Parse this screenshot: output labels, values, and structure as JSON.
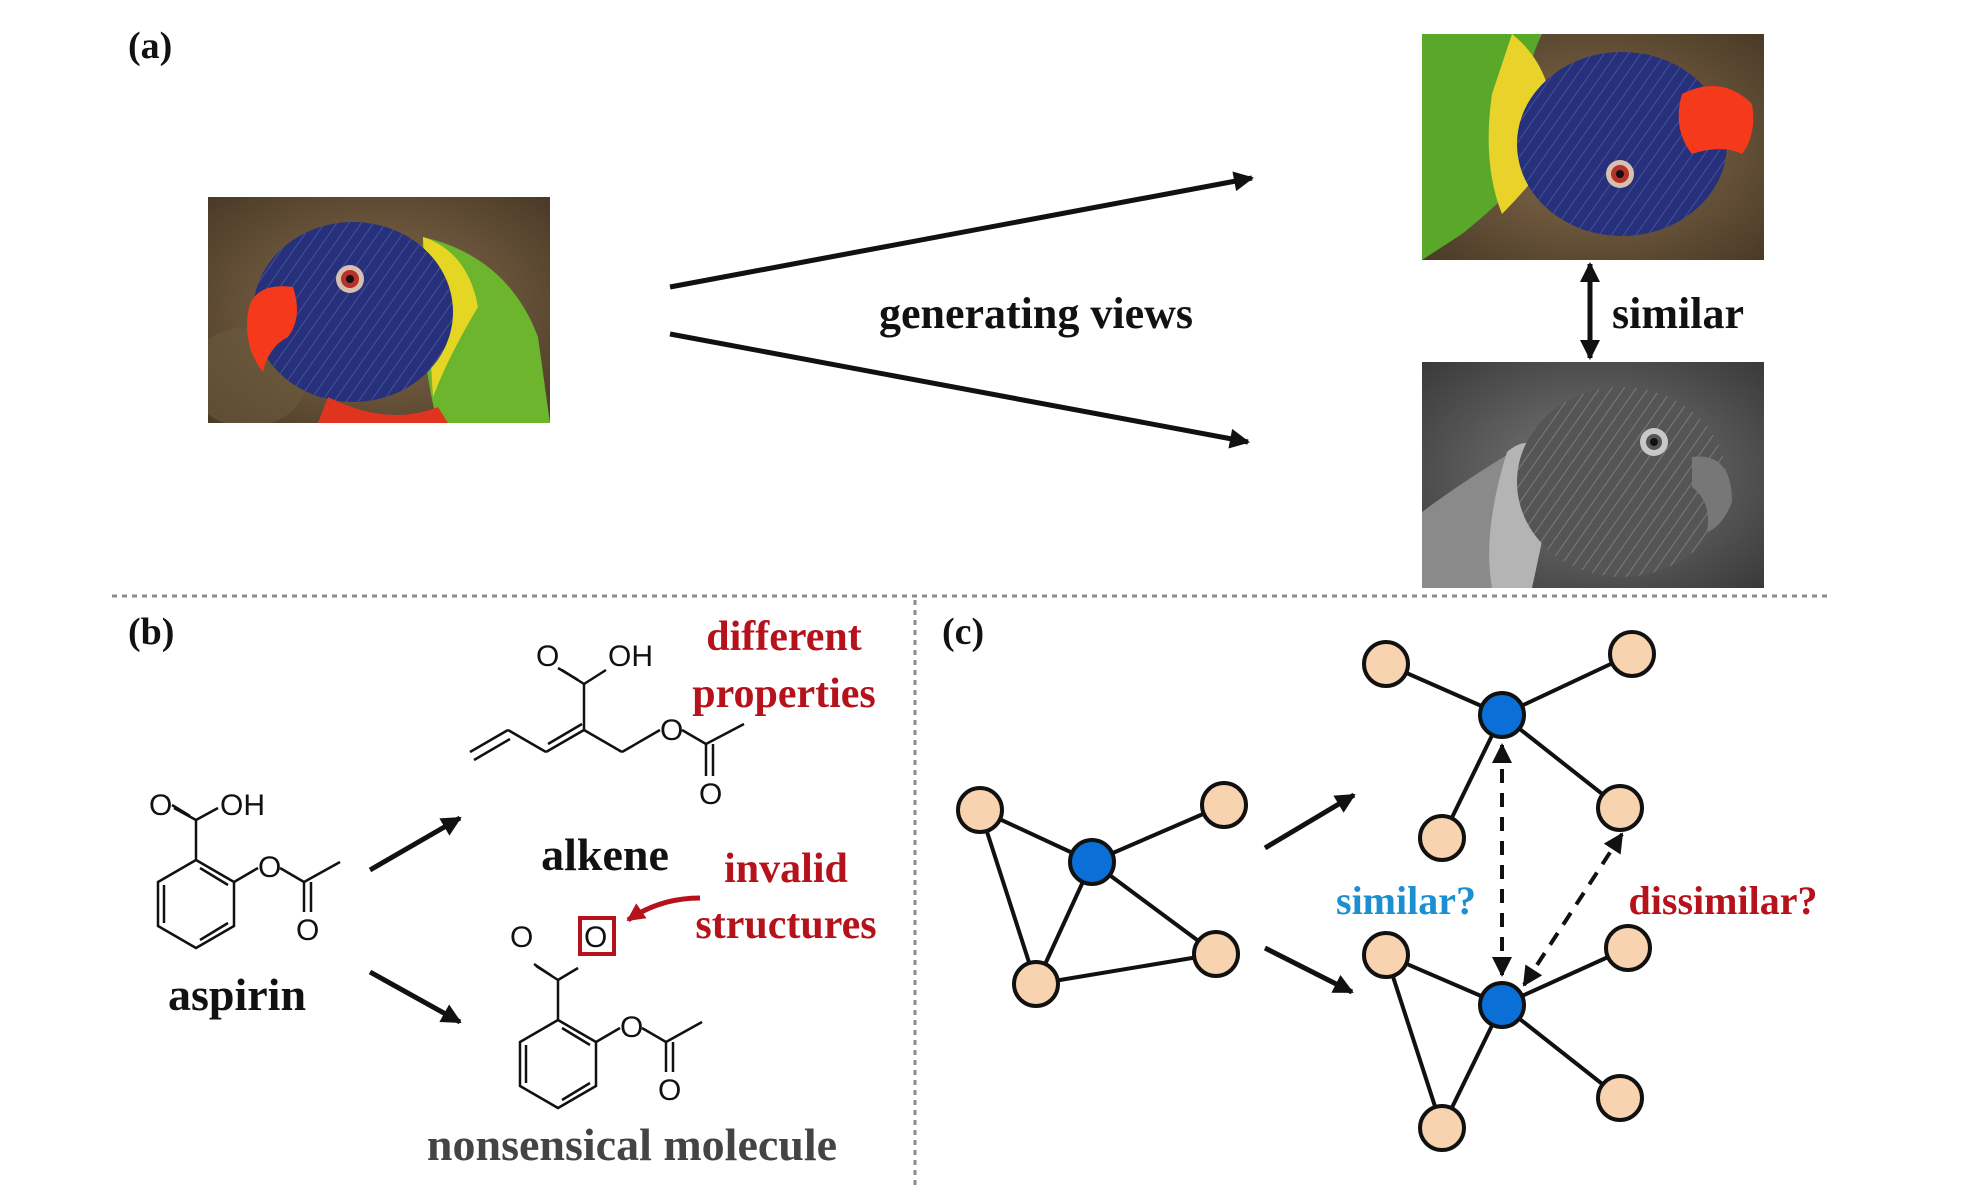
{
  "panel_a": {
    "label": "(a)",
    "action_label": "generating views",
    "relation_label": "similar",
    "images": {
      "original": "colorful lorikeet head",
      "view_1": "rotated lorikeet",
      "view_2": "grayscale lorikeet"
    }
  },
  "panel_b": {
    "label": "(b)",
    "molecule_name": "aspirin",
    "view_top_label": "alkene",
    "view_bottom_label": "nonsensical molecule",
    "note_top": [
      "different",
      "properties"
    ],
    "note_bottom": [
      "invalid",
      "structures"
    ],
    "atoms": {
      "oxygen": "O",
      "hydroxyl": "OH"
    }
  },
  "panel_c": {
    "label": "(c)",
    "question_similar": "similar?",
    "question_dissimilar": "dissimilar?"
  },
  "colors": {
    "text": "#111111",
    "red_note": "#b5121b",
    "blue_question": "#1b8fd1",
    "node_fill": "#f8d3b0",
    "center_node": "#0a6fd6",
    "divider": "#8c8c8c"
  }
}
